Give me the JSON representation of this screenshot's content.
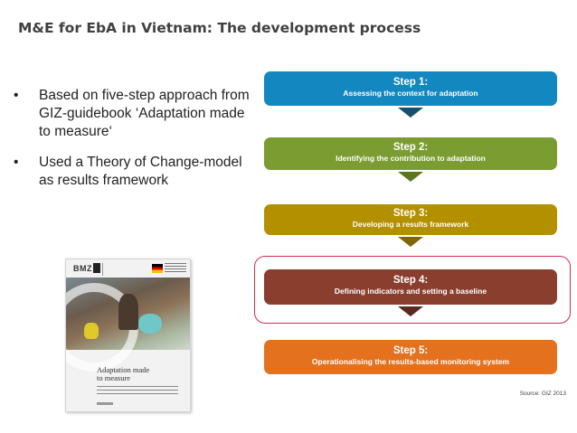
{
  "title": "M&E for EbA in Vietnam: The development process",
  "bullets": [
    {
      "symbol": "•",
      "text": "Based on five-step approach from GIZ-guidebook ‘Adaptation made to measure‘"
    },
    {
      "symbol": "•",
      "text": "Used a Theory of Change-model as results framework"
    }
  ],
  "booklet": {
    "logo": "BMZ",
    "title_line1": "Adaptation made",
    "title_line2": "to measure"
  },
  "steps": [
    {
      "label": "Step 1:",
      "description": "Assessing the context for adaptation",
      "color": "#1387bf"
    },
    {
      "label": "Step 2:",
      "description": "Identifying the contribution to adaptation",
      "color": "#7a9c30"
    },
    {
      "label": "Step 3:",
      "description": "Developing a results framework",
      "color": "#b39000"
    },
    {
      "label": "Step 4:",
      "description": "Defining indicators and setting a baseline",
      "color": "#8a3e2e",
      "highlighted": true
    },
    {
      "label": "Step 5:",
      "description": "Operationalising the results-based monitoring system",
      "color": "#e4711e"
    }
  ],
  "highlight_color": "#c8314c",
  "source": "Source: GIZ 2013"
}
